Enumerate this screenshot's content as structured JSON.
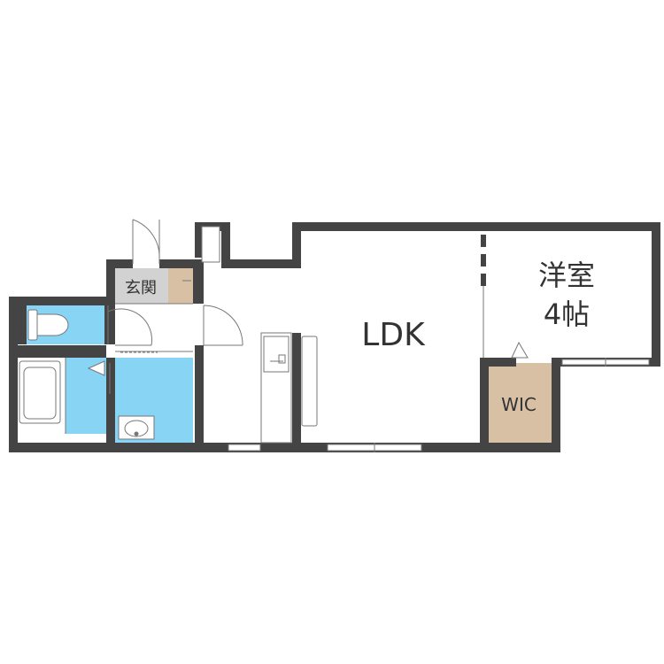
{
  "colors": {
    "background": "#ffffff",
    "wall": "#444444",
    "wet_area": "#87d4f5",
    "storage": "#d8c0a5",
    "entrance": "#d2d2d2",
    "line": "#777777",
    "label": "#333333"
  },
  "rooms": {
    "ldk": {
      "label": "LDK"
    },
    "western_room": {
      "label_line1": "洋室",
      "label_line2": "4帖"
    },
    "wic": {
      "label": "WIC"
    },
    "entrance": {
      "label": "玄関"
    }
  },
  "fixtures": [
    "toilet",
    "bathtub",
    "washbasin",
    "kitchen-counter",
    "refrigerator-space",
    "shoe-cabinet"
  ]
}
